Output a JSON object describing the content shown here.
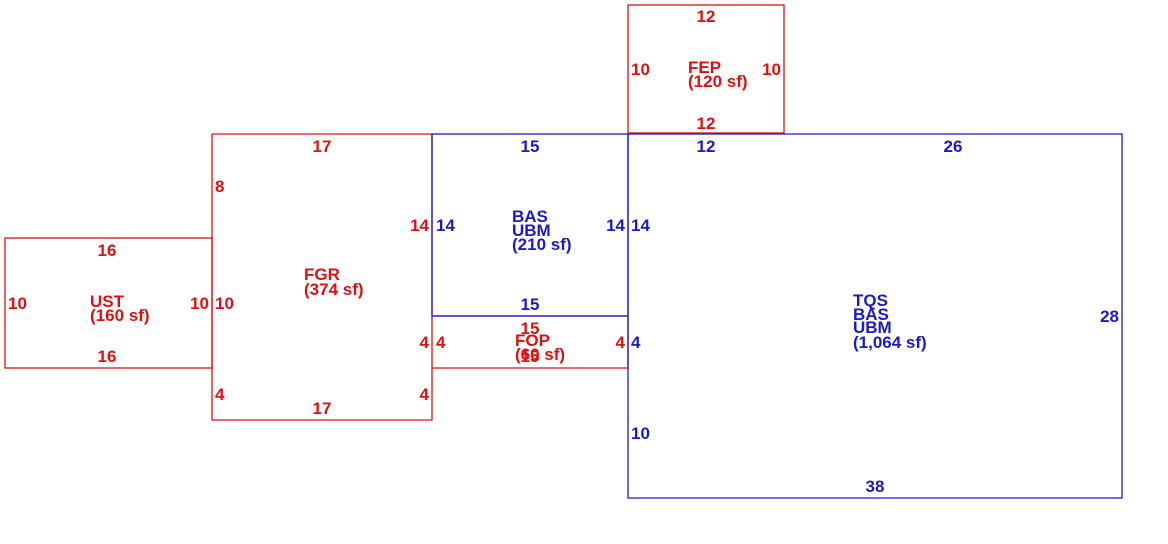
{
  "colors": {
    "addition": "#e01010",
    "main": "#1a1ac8"
  },
  "areas": {
    "fep": {
      "code": "FEP",
      "area": "(120 sf)",
      "color": "#e01010"
    },
    "fgr": {
      "code": "FGR",
      "area": "(374 sf)",
      "color": "#e01010"
    },
    "ust": {
      "code": "UST",
      "area": "(160 sf)",
      "color": "#e01010"
    },
    "fop": {
      "code": "FOP",
      "area": "(60 sf)",
      "color": "#e01010"
    },
    "bas_upper": {
      "code1": "BAS",
      "code2": "UBM",
      "area": "(210 sf)",
      "color": "#1a1ac8"
    },
    "main": {
      "code1": "TQS",
      "code2": "BAS",
      "code3": "UBM",
      "area": "(1,064 sf)",
      "color": "#1a1ac8"
    }
  },
  "dimensions": {
    "fep_top": "12",
    "fep_left": "10",
    "fep_right": "10",
    "fep_bottom": "12",
    "fgr_top": "17",
    "fgr_left_upper": "8",
    "fgr_right_upper": "14",
    "fgr_left_mid": "10",
    "fgr_right_lower": "4",
    "fgr_left_lower": "4",
    "fgr_right_bottom": "4",
    "fgr_bottom": "17",
    "ust_top": "16",
    "ust_left": "10",
    "ust_right": "10",
    "ust_bottom": "16",
    "bas_top": "15",
    "bas_left": "14",
    "bas_right": "14",
    "bas_bottom": "15",
    "fop_top": "15",
    "fop_left": "4",
    "fop_right": "4",
    "fop_bottom": "15",
    "main_top_left": "12",
    "main_top_right": "26",
    "main_left_upper": "14",
    "main_left_mid": "4",
    "main_left_lower": "10",
    "main_right": "28",
    "main_bottom": "38"
  }
}
